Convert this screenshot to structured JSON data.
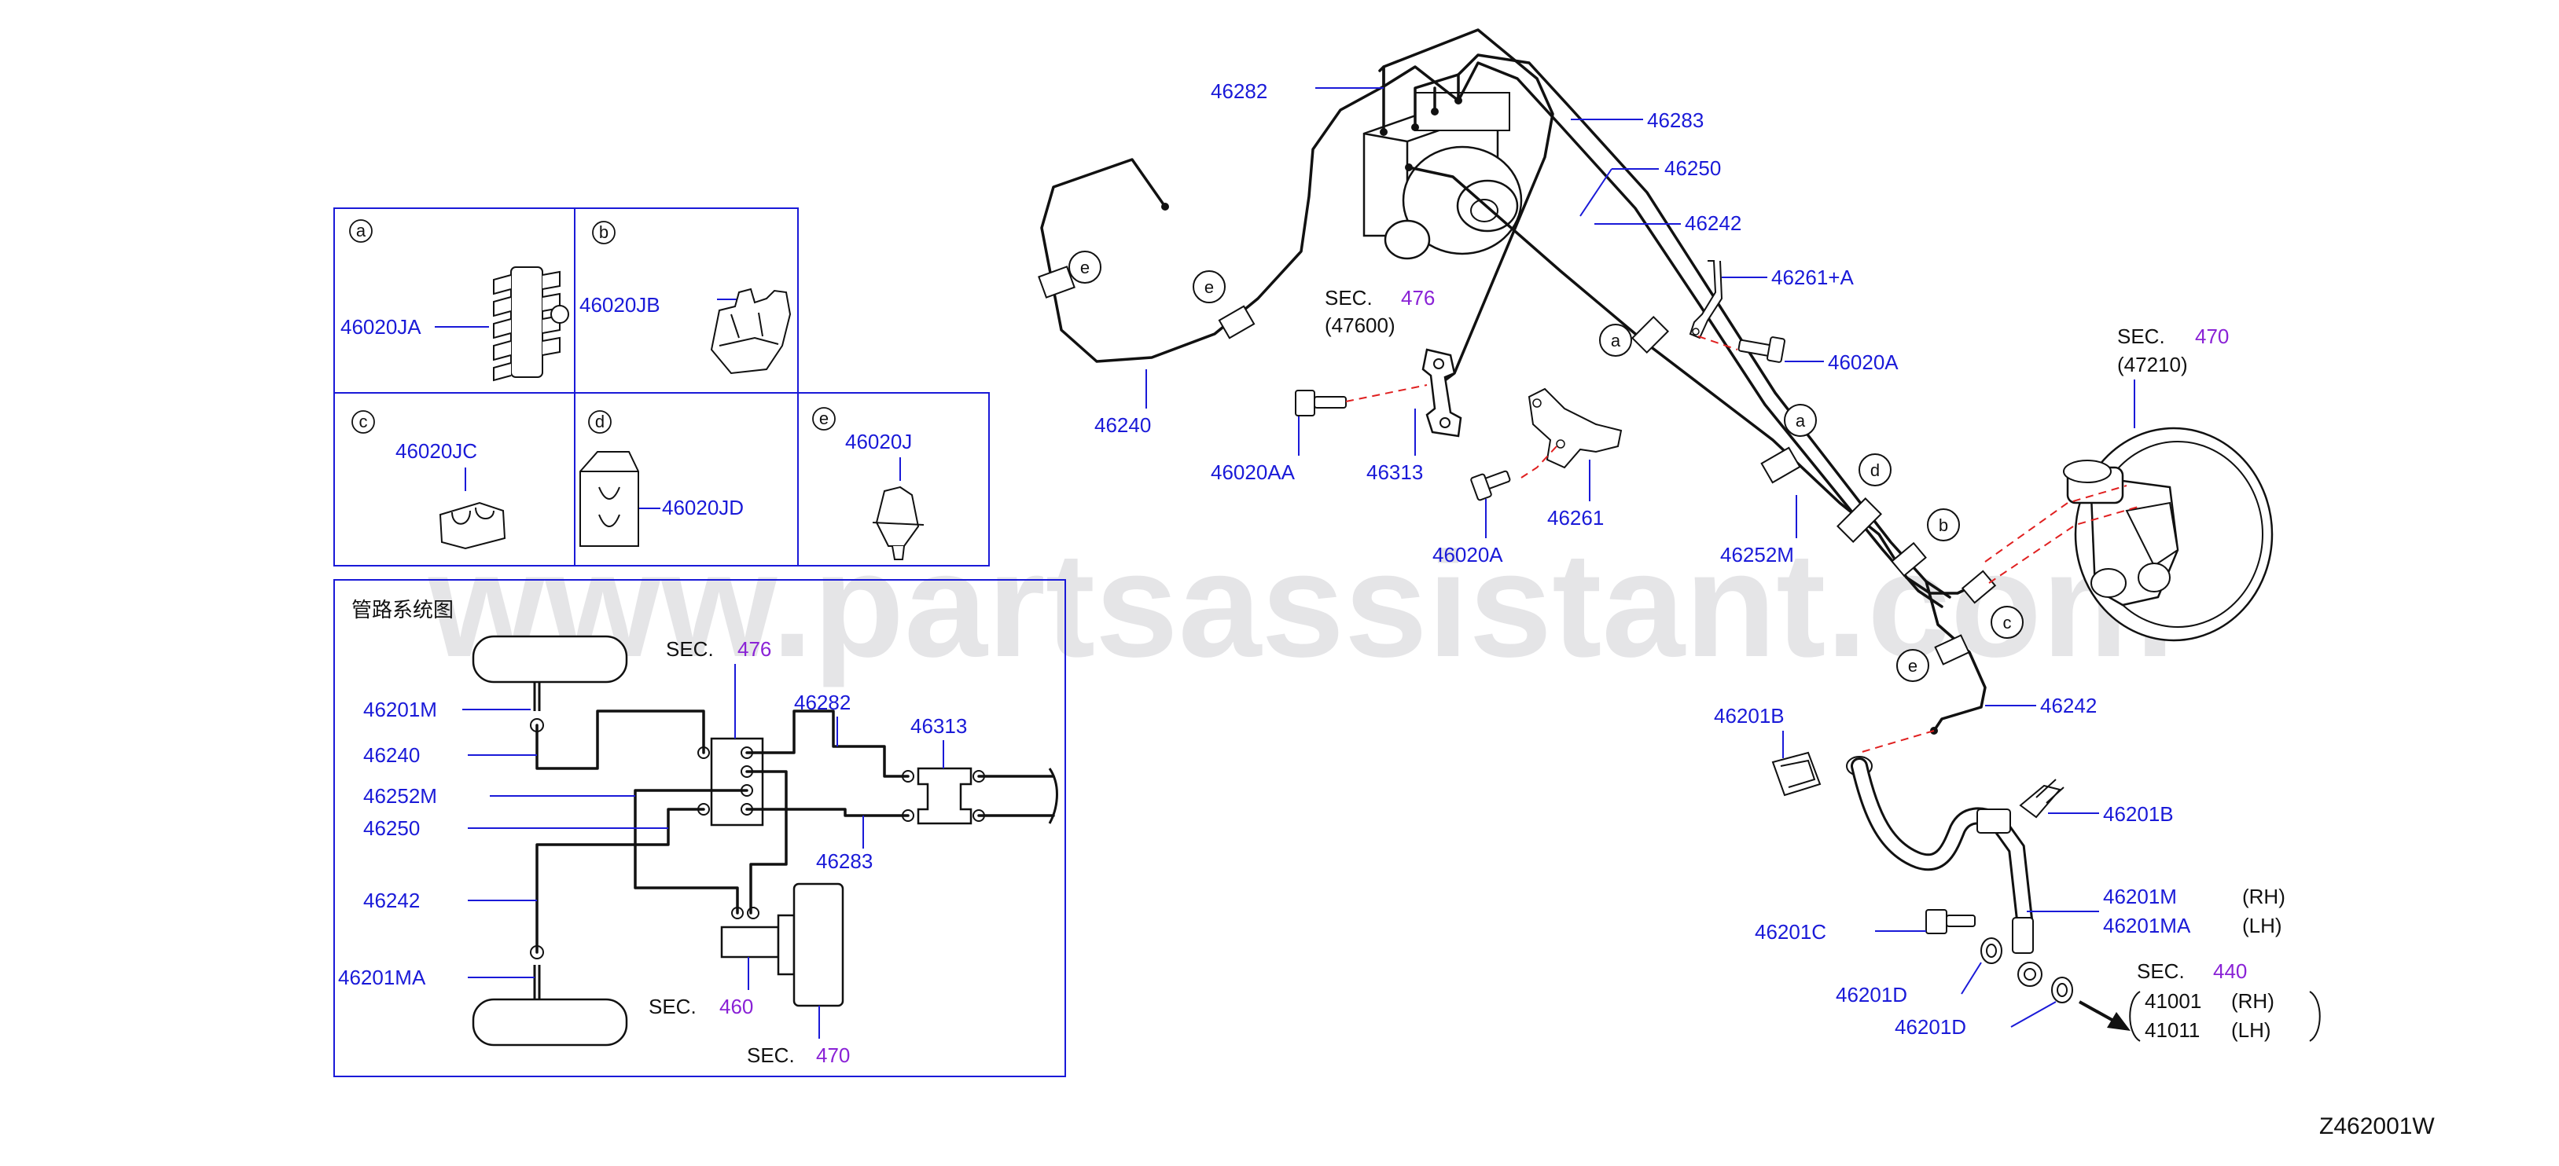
{
  "watermark": "www.partsassistant.com",
  "diagram_code": "Z462001W",
  "clip_panels": [
    {
      "circle": "a",
      "part": "46020JA"
    },
    {
      "circle": "b",
      "part": "46020JB"
    },
    {
      "circle": "c",
      "part": "46020JC"
    },
    {
      "circle": "d",
      "part": "46020JD"
    },
    {
      "circle": "e",
      "part": "46020J"
    }
  ],
  "circle_labels": [
    "a",
    "b",
    "c",
    "d",
    "e"
  ],
  "schematic": {
    "title": "管路系统图",
    "sec_476_prefix": "SEC.",
    "sec_476_num": "476",
    "sec_460_prefix": "SEC.",
    "sec_460_num": "460",
    "sec_470_prefix": "SEC.",
    "sec_470_num": "470",
    "labels": {
      "p46201M": "46201M",
      "p46240": "46240",
      "p46252M": "46252M",
      "p46250": "46250",
      "p46242": "46242",
      "p46201MA": "46201MA",
      "p46282": "46282",
      "p46313": "46313",
      "p46283": "46283"
    }
  },
  "main": {
    "parts": {
      "p46282": "46282",
      "p46283": "46283",
      "p46250": "46250",
      "p46242_top": "46242",
      "p46261A": "46261+A",
      "p46020A_right": "46020A",
      "p46240": "46240",
      "p46020AA": "46020AA",
      "p46313": "46313",
      "p46020A_low": "46020A",
      "p46261": "46261",
      "p46252M": "46252M",
      "p46242_low": "46242",
      "p46201B_left": "46201B",
      "p46201B_right": "46201B",
      "p46201M": "46201M",
      "p46201MA": "46201MA",
      "p46201C": "46201C",
      "p46201D_1": "46201D",
      "p46201D_2": "46201D",
      "p41001": "41001",
      "p41011": "41011"
    },
    "sec476_prefix": "SEC.",
    "sec476_num": "476",
    "sec476_sub": "(47600)",
    "sec470_prefix": "SEC.",
    "sec470_num": "470",
    "sec470_sub": "(47210)",
    "sec440_prefix": "SEC.",
    "sec440_num": "440",
    "rh": "(RH)",
    "lh": "(LH)",
    "rh2": "(RH)",
    "lh2": "(LH)"
  },
  "colors": {
    "part_number": "#1a1ad8",
    "section_number": "#8a22d6",
    "leader_line": "#1a1ad8",
    "phantom_line": "#e02020"
  }
}
